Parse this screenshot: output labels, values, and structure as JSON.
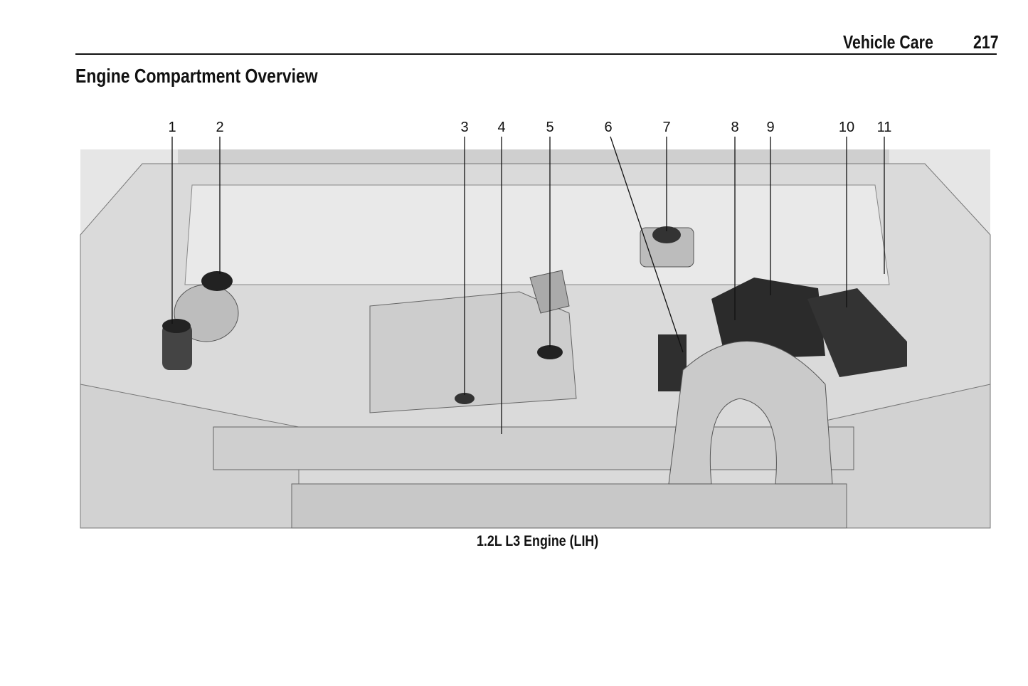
{
  "header": {
    "section": "Vehicle Care",
    "page_number": "217"
  },
  "title": "Engine Compartment Overview",
  "figure": {
    "callouts": [
      "1",
      "2",
      "3",
      "4",
      "5",
      "6",
      "7",
      "8",
      "9",
      "10",
      "11"
    ],
    "caption": "1.2L L3 Engine (LIH)"
  }
}
